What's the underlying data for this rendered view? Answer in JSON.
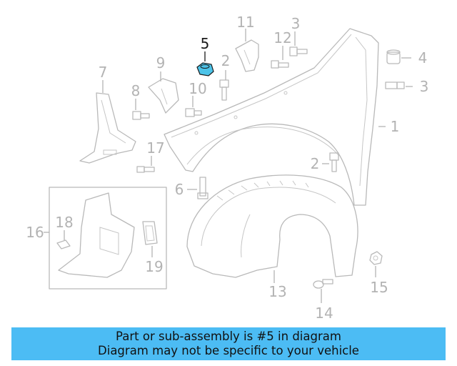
{
  "diagram": {
    "highlight_color": "#4cc3e8",
    "callouts": {
      "c1": "1",
      "c2a": "2",
      "c2b": "2",
      "c3a": "3",
      "c3b": "3",
      "c4": "4",
      "c5": "5",
      "c6": "6",
      "c7": "7",
      "c8": "8",
      "c9": "9",
      "c10": "10",
      "c11": "11",
      "c12": "12",
      "c13": "13",
      "c14": "14",
      "c15": "15",
      "c16": "16",
      "c17": "17",
      "c18": "18",
      "c19": "19"
    }
  },
  "banner": {
    "line1": "Part or sub-assembly is #5 in diagram",
    "line2": "Diagram may not be specific to your vehicle",
    "bg_color": "#4cbcf4"
  }
}
